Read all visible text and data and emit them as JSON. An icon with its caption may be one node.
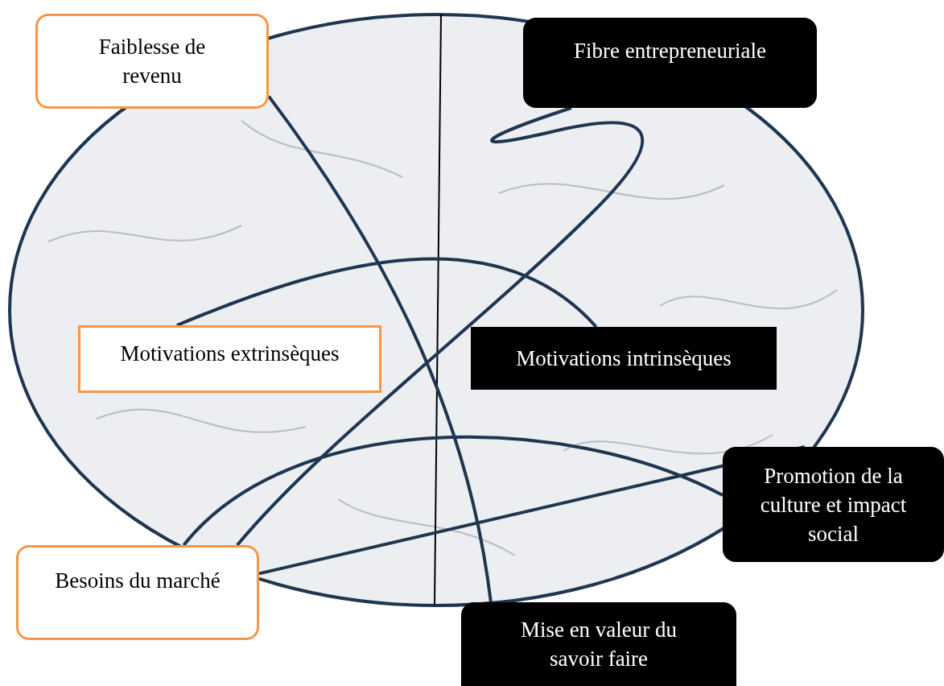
{
  "diagram": {
    "nodes": [
      {
        "text": [
          "Faiblesse de revenu"
        ]
      },
      {
        "text": [
          "Fibre entrepreneuriale"
        ]
      },
      {
        "text": [
          "Motivations extrinsèques"
        ]
      },
      {
        "text": [
          "Motivations intrinsèques"
        ]
      },
      {
        "text": [
          "Promotion de la culture et impact social"
        ]
      },
      {
        "text": [
          "Besoins du marché"
        ]
      },
      {
        "text": [
          "Mise en valeur du savoir faire"
        ]
      }
    ],
    "edges": [
      {
        "from": 0,
        "to": 6,
        "arrow": "none"
      },
      {
        "from": 1,
        "to": 5,
        "arrow": "none"
      },
      {
        "from": 2,
        "to": 3,
        "arrow": "none"
      },
      {
        "from": 5,
        "to": 4,
        "arrow": "none"
      },
      {
        "from": 5,
        "to": 4,
        "arrow": "none"
      }
    ]
  }
}
